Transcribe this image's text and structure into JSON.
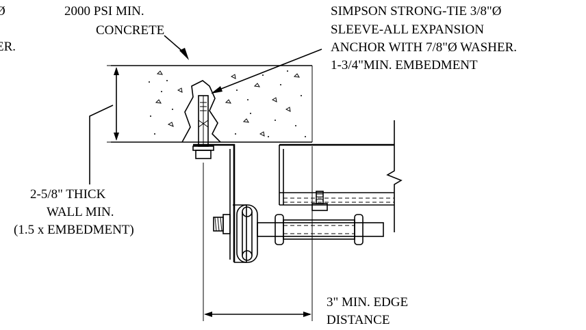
{
  "labels": {
    "clipped_left_top": "Ø",
    "clipped_left_mid": "ER.",
    "concrete_line1": "2000 PSI MIN.",
    "concrete_line2": "CONCRETE",
    "anchor_line1": "SIMPSON STRONG-TIE 3/8\"Ø",
    "anchor_line2": "SLEEVE-ALL EXPANSION",
    "anchor_line3": "ANCHOR WITH 7/8\"Ø WASHER.",
    "anchor_line4": "1-3/4\"MIN. EMBEDMENT",
    "wall_line1": "2-5/8\" THICK",
    "wall_line2": "WALL MIN.",
    "wall_line3": "(1.5 x EMBEDMENT)",
    "edge_line1": "3\" MIN. EDGE",
    "edge_line2": "DISTANCE"
  }
}
